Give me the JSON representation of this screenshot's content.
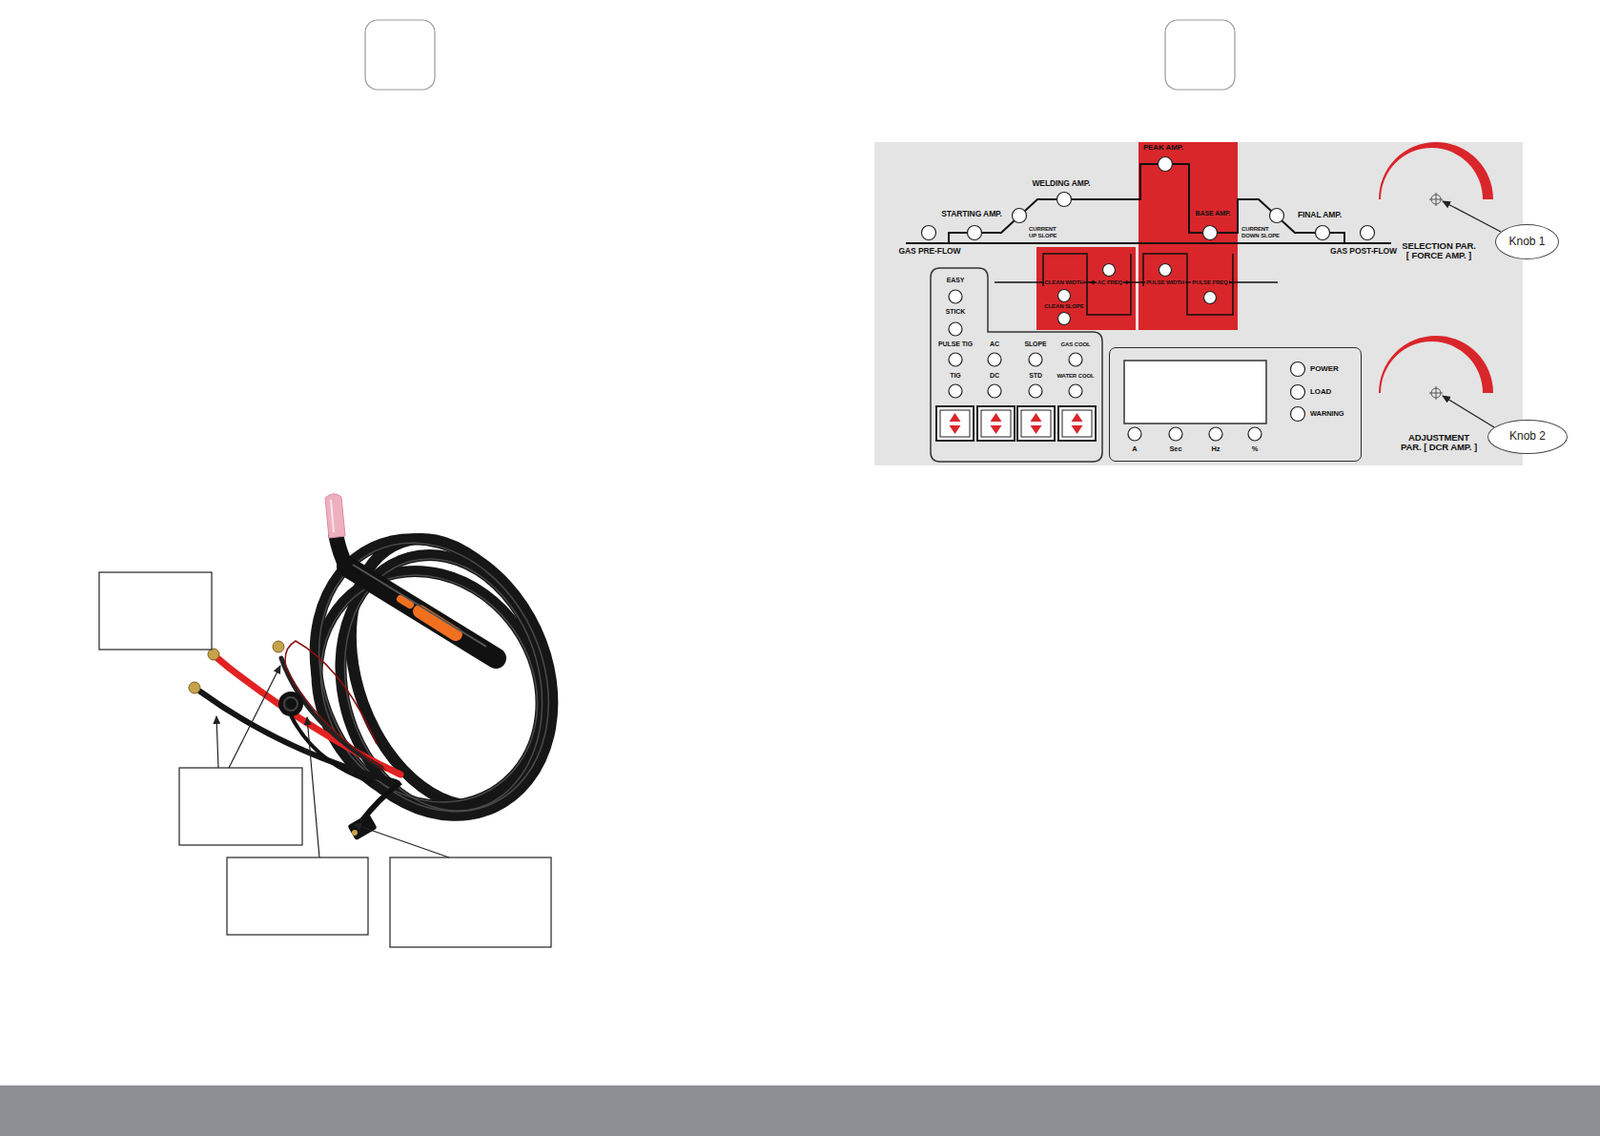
{
  "diagram": {
    "nodes": [
      {
        "text": [
          "PEAK AMP.",
          "WELDING AMP.",
          "STARTING AMP.",
          "CURRENT UP SLOPE",
          "BASE AMP.",
          "CURRENT DOWN SLOPE",
          "FINAL AMP.",
          "GAS PRE-FLOW",
          "GAS POST-FLOW",
          "CLEAN WIDTH",
          "AC FREQ",
          "CLEAN SLOPE",
          "PULSE WIDTH",
          "PULSE FREQ",
          "SELECTION PAR. [ FORCE AMP. ]",
          "ADJUSTMENT PAR. [ DCR AMP. ]"
        ]
      },
      {
        "text": [
          "EASY",
          "STICK",
          "PULSE TIG",
          "AC",
          "SLOPE",
          "GAS COOL",
          "TIG",
          "DC",
          "STD",
          "WATER COOL"
        ],
        "in": 0
      },
      {
        "text": [
          "POWER",
          "LOAD",
          "WARNING",
          "A",
          "Sec",
          "Hz",
          "%"
        ],
        "in": 0
      },
      {
        "text": [
          "Knob 1"
        ]
      },
      {
        "text": [
          "Knob 2"
        ]
      }
    ]
  }
}
